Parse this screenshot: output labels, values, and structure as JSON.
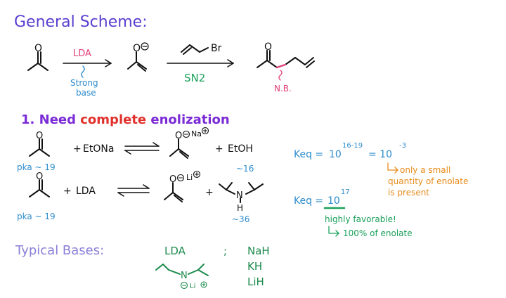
{
  "title": "General Scheme:",
  "scheme": {
    "reagent1_label": "LDA",
    "reagent1_note_line1": "Strong",
    "reagent1_note_line2": "base",
    "reagent2_label": "Br",
    "reagent2_mech": "SN2",
    "product_note": "N.B."
  },
  "section1": {
    "prefix": "1. Need ",
    "highlight": "complete",
    "suffix": " enolization"
  },
  "reaction_a": {
    "plus1": "+",
    "base": "EtONa",
    "counterion": "Na",
    "plus2": "+",
    "byproduct": "EtOH",
    "pka_left": "pka ~ 19",
    "pka_right": "~16",
    "keq_label": "Keq =",
    "keq_base": "10",
    "keq_exp": "16-19",
    "keq_eq": "= 10",
    "keq_result_exp": "-3",
    "note_line1": "only a small",
    "note_line2": "quantity of enolate",
    "note_line3": "is present"
  },
  "reaction_b": {
    "plus1": "+",
    "base": "LDA",
    "counterion": "Li",
    "plus2": "+",
    "n_label": "N",
    "h_label": "H",
    "pka_left": "pka ~ 19",
    "pka_right": "~36",
    "keq_label": "Keq =",
    "keq_base": "10",
    "keq_exp": "17",
    "note_line1": "highly favorable!",
    "note_line2": "100% of enolate"
  },
  "typical_bases": {
    "heading": "Typical Bases:",
    "base1": "LDA",
    "separator": ";",
    "base2": "NaH",
    "base3": "KH",
    "base4": "LiH",
    "lda_n": "N",
    "lda_li": "Li"
  },
  "colors": {
    "title": "#5b3fd0",
    "black": "#111111",
    "purple": "#7a2bd6",
    "red": "#e0312c",
    "teal": "#2d8ccc",
    "green": "#1aa05a",
    "orange": "#e88a1a",
    "magenta": "#e0407a",
    "lavender": "#8a7fd8",
    "darkgreen": "#1c8a4c"
  }
}
